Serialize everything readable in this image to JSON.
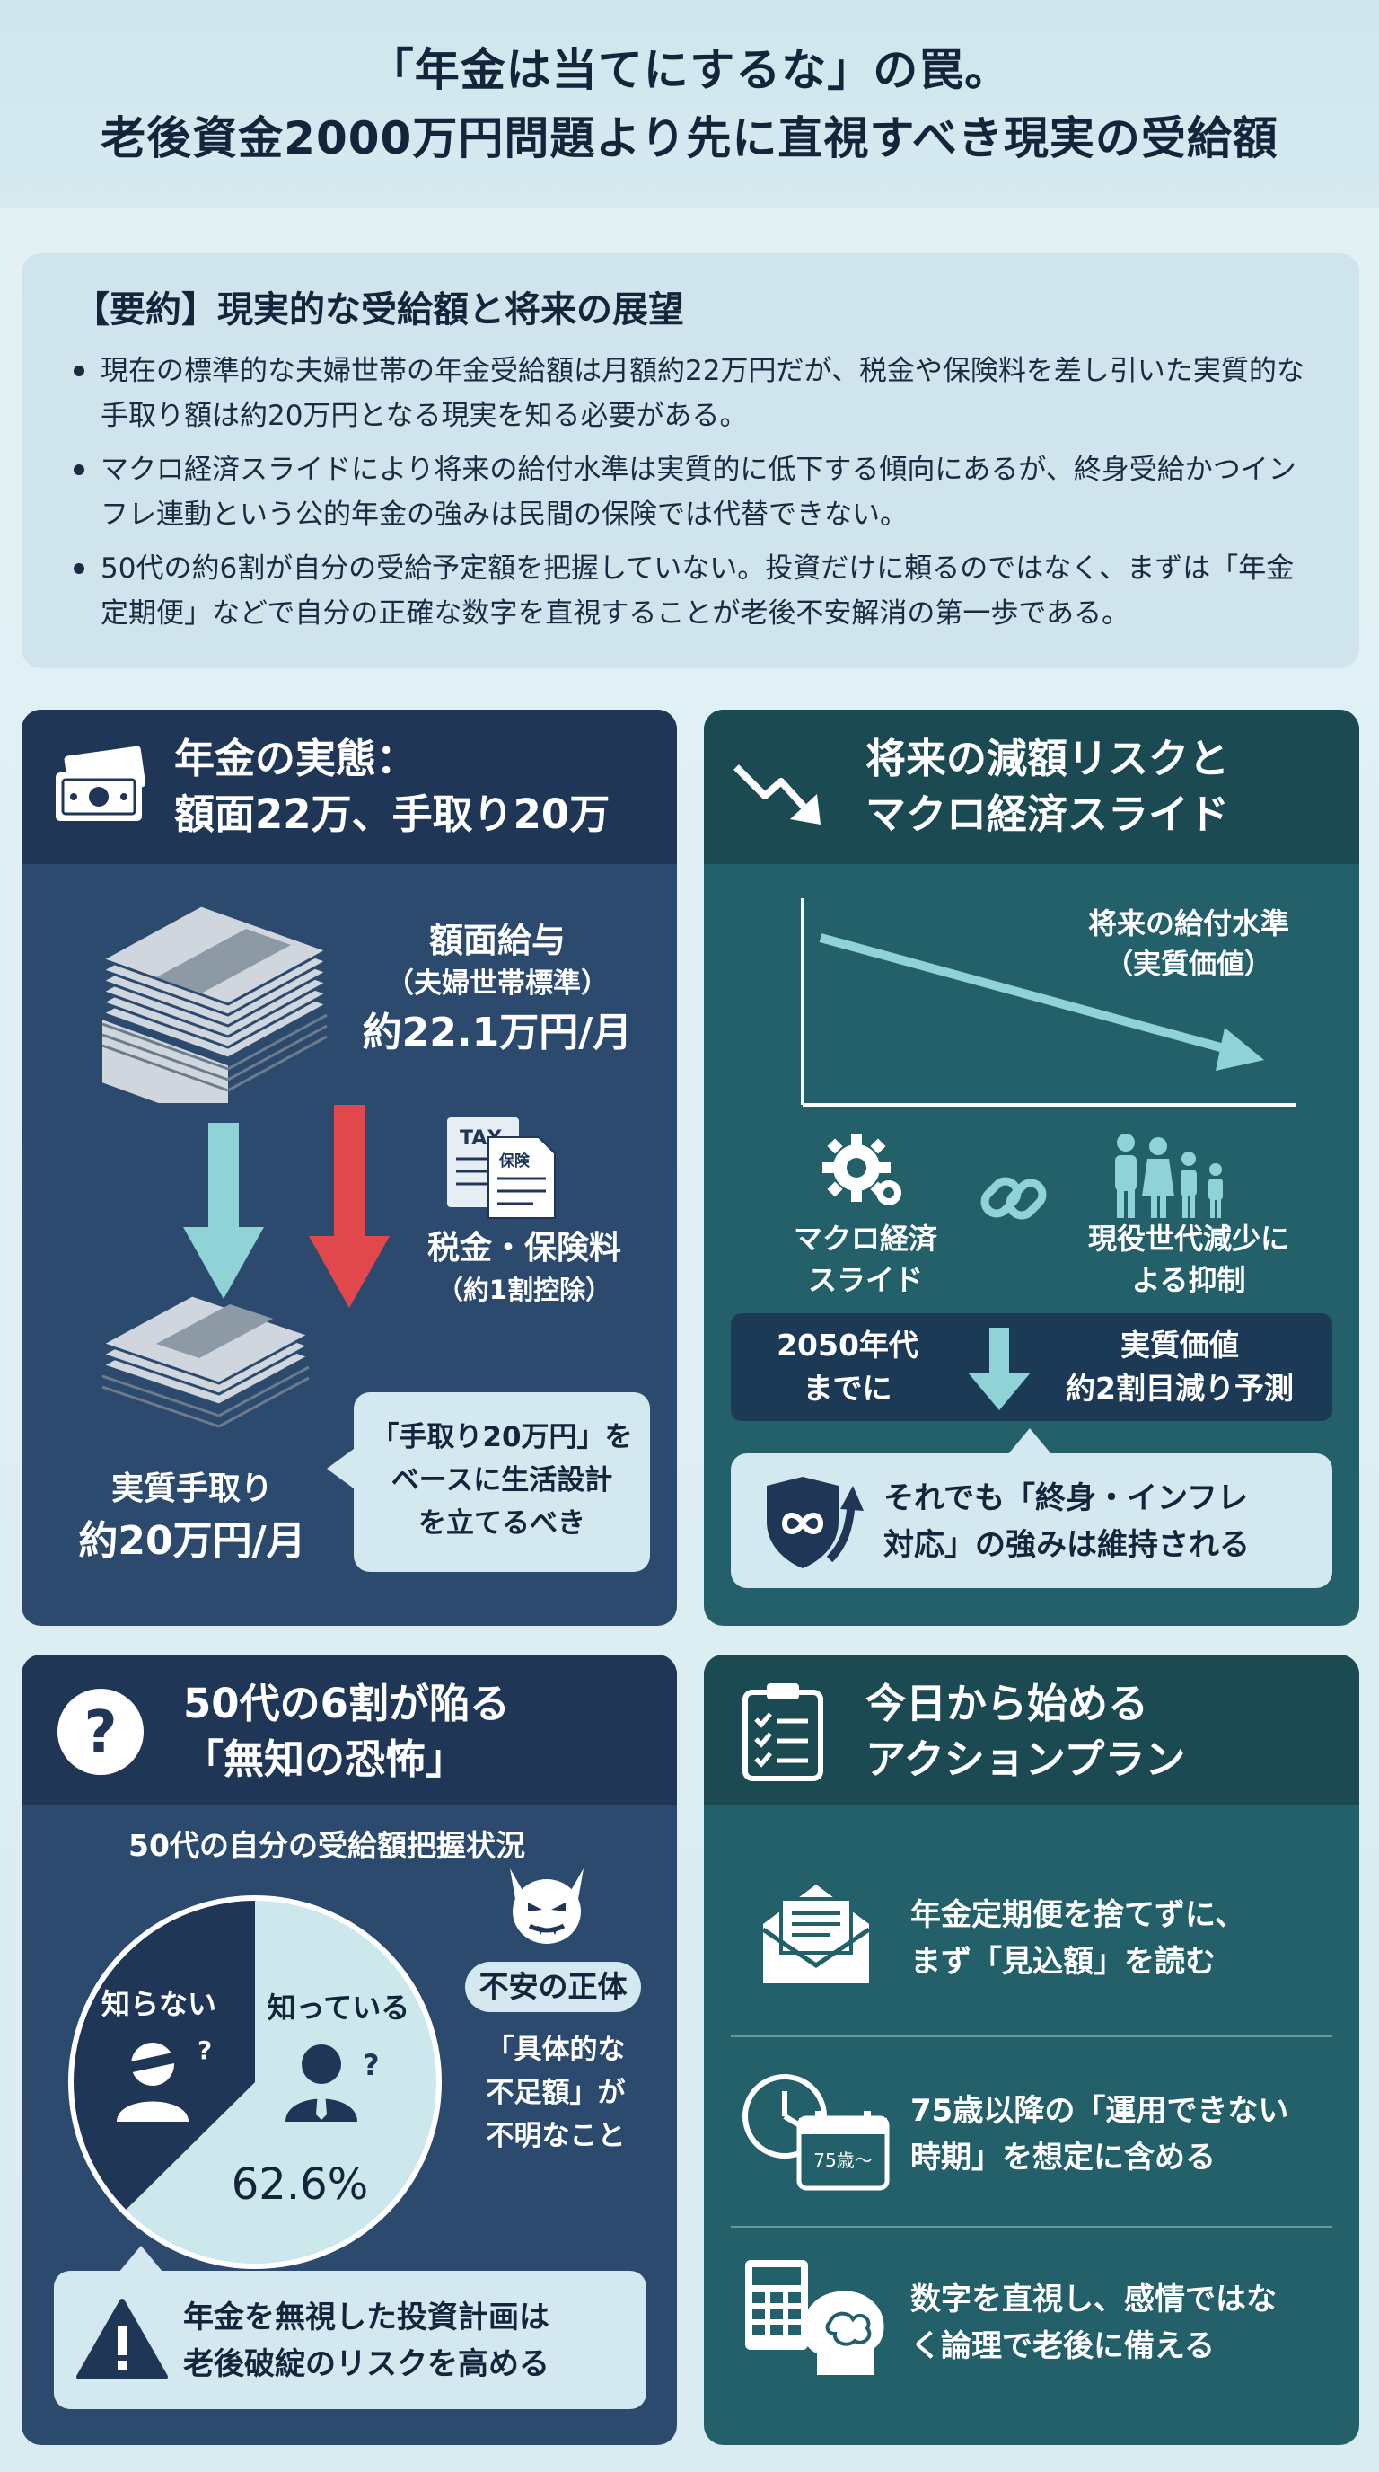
{
  "header": {
    "line1": "「年金は当てにするな」の罠。",
    "line2": "老後資金2000万円問題より先に直視すべき現実の受給額"
  },
  "summary": {
    "title": "【要約】現実的な受給額と将来の展望",
    "bullets": [
      "現在の標準的な夫婦世帯の年金受給額は月額約22万円だが、税金や保険料を差し引いた実質的な手取り額は約20万円となる現実を知る必要がある。",
      "マクロ経済スライドにより将来の給付水準は実質的に低下する傾向にあるが、終身受給かつインフレ連動という公的年金の強みは民間の保険では代替できない。",
      "50代の約6割が自分の受給予定額を把握していない。投資だけに頼るのではなく、まずは「年金定期便」などで自分の正確な数字を直視することが老後不安解消の第一歩である。"
    ]
  },
  "card1": {
    "title1": "年金の実態：",
    "title2": "額面22万、手取り20万",
    "gross_label": "額面給与",
    "gross_sub": "（夫婦世帯標準）",
    "gross_value": "約22.1万円/月",
    "tax_label": "税金・保険料",
    "tax_sub": "（約1割控除）",
    "tax_icon_text": "TAX",
    "tax_icon_text2": "保険",
    "net_label": "実質手取り",
    "net_value": "約20万円/月",
    "bubble1": "「手取り20万円」を",
    "bubble2": "ベースに生活設計",
    "bubble3": "を立てるべき"
  },
  "card2": {
    "title1": "将来の減額リスクと",
    "title2": "マクロ経済スライド",
    "chart_label1": "将来の給付水準",
    "chart_label2": "（実質価値）",
    "macro1": "マクロ経済",
    "macro2": "スライド",
    "pop1": "現役世代減少に",
    "pop2": "よる抑制",
    "year1": "2050年代",
    "year2": "までに",
    "reduce1": "実質価値",
    "reduce2": "約2割目減り予測",
    "strength1": "それでも「終身・インフレ",
    "strength2": "対応」の強みは維持される"
  },
  "card3": {
    "title1": "50代の6割が陥る",
    "title2": "「無知の恐怖」",
    "chart_title": "50代の自分の受給額把握状況",
    "unknown_label": "知らない",
    "known_label": "知っている",
    "percent_label": "62.6%",
    "anxiety_title": "不安の正体",
    "anxiety1": "「具体的な",
    "anxiety2": "不足額」が",
    "anxiety3": "不明なこと",
    "warning1": "年金を無視した投資計画は",
    "warning2": "老後破綻のリスクを高める"
  },
  "chart_data": {
    "type": "pie",
    "title": "50代の自分の受給額把握状況",
    "slices": [
      {
        "label": "知っている",
        "value": 62.6
      },
      {
        "label": "知らない",
        "value": 37.4
      }
    ]
  },
  "card4": {
    "title1": "今日から始める",
    "title2": "アクションプラン",
    "action1a": "年金定期便を捨てずに、",
    "action1b": "まず「見込額」を読む",
    "action2a": "75歳以降の「運用できない",
    "action2b": "時期」を想定に含める",
    "calendar_text": "75歳〜",
    "action3a": "数字を直視し、感情ではな",
    "action3b": "く論理で老後に備える"
  },
  "colors": {
    "navy": "#1f3656",
    "blue_card": "#2b4a6e",
    "teal_card": "#24606a",
    "teal_head": "#1c4a53",
    "light": "#d3e8ef",
    "accent_teal": "#8fd3d6",
    "red": "#e0484c"
  }
}
